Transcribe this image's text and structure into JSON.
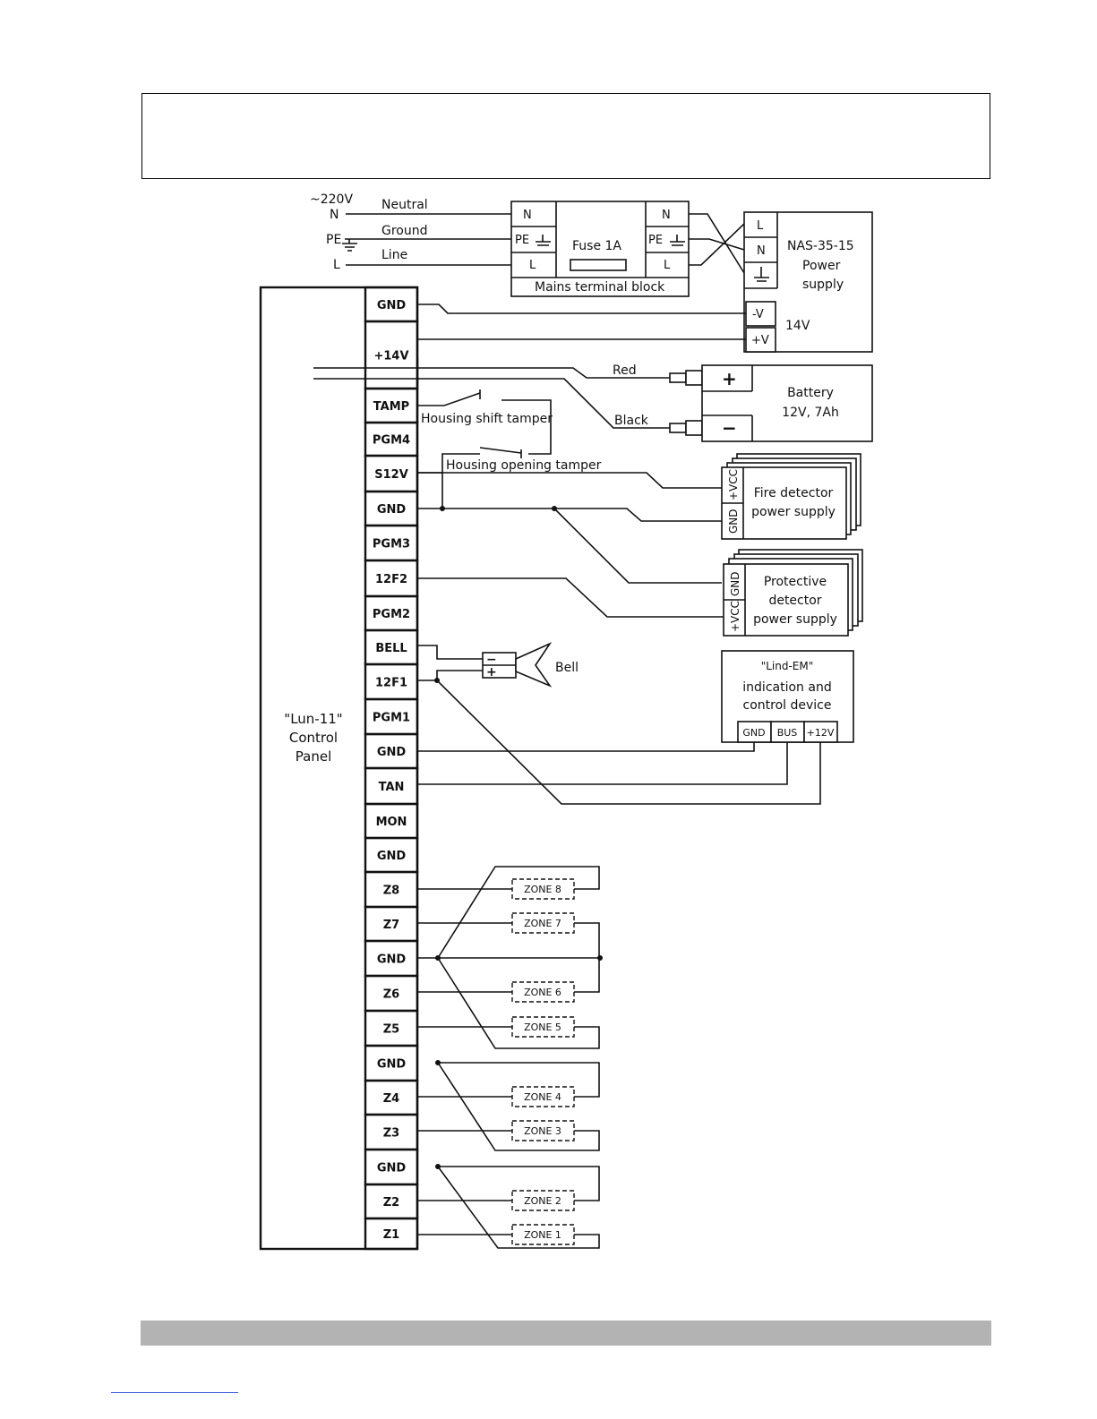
{
  "header": {
    "text": ""
  },
  "mains": {
    "voltage": "~220V",
    "n": "N",
    "pe": "PE",
    "l": "L",
    "neutral": "Neutral",
    "ground": "Ground",
    "line": "Line"
  },
  "terminal_block": {
    "left_n": "N",
    "left_pe": "PE",
    "left_l": "L",
    "right_n": "N",
    "right_pe": "PE",
    "right_l": "L",
    "fuse": "Fuse 1A",
    "label": "Mains terminal block"
  },
  "psu": {
    "in_l": "L",
    "in_n": "N",
    "name1": "NAS-35-15",
    "name2": "Power",
    "name3": "supply",
    "out_minus": "-V",
    "out_plus": "+V",
    "voltage": "14V"
  },
  "battery": {
    "red": "Red",
    "black": "Black",
    "plus": "+",
    "minus": "−",
    "label1": "Battery",
    "label2": "12V, 7Ah"
  },
  "tampers": {
    "shift": "Housing shift tamper",
    "opening": "Housing opening tamper"
  },
  "fire_psu": {
    "vcc": "+VCC",
    "gnd": "GND",
    "label1": "Fire detector",
    "label2": "power supply"
  },
  "prot_psu": {
    "gnd": "GND",
    "vcc": "+VCC",
    "label1": "Protective",
    "label2": "detector",
    "label3": "power supply"
  },
  "bell": {
    "minus": "−",
    "plus": "+",
    "label": "Bell"
  },
  "lind": {
    "title": "\"Lind-EM\"",
    "line1": "indication and",
    "line2": "control device",
    "gnd": "GND",
    "bus": "BUS",
    "v12": "+12V"
  },
  "panel": {
    "line1": "\"Lun-11\"",
    "line2": "Control",
    "line3": "Panel",
    "terminals": [
      "GND",
      "+14V",
      "TAMP",
      "PGM4",
      "S12V",
      "GND",
      "PGM3",
      "12F2",
      "PGM2",
      "BELL",
      "12F1",
      "PGM1",
      "GND",
      "TAN",
      "MON",
      "GND",
      "Z8",
      "Z7",
      "GND",
      "Z6",
      "Z5",
      "GND",
      "Z4",
      "Z3",
      "GND",
      "Z2",
      "Z1"
    ]
  },
  "zones": [
    "ZONE 8",
    "ZONE 7",
    "ZONE 6",
    "ZONE 5",
    "ZONE 4",
    "ZONE 3",
    "ZONE 2",
    "ZONE 1"
  ],
  "footer": {
    "text": ""
  }
}
